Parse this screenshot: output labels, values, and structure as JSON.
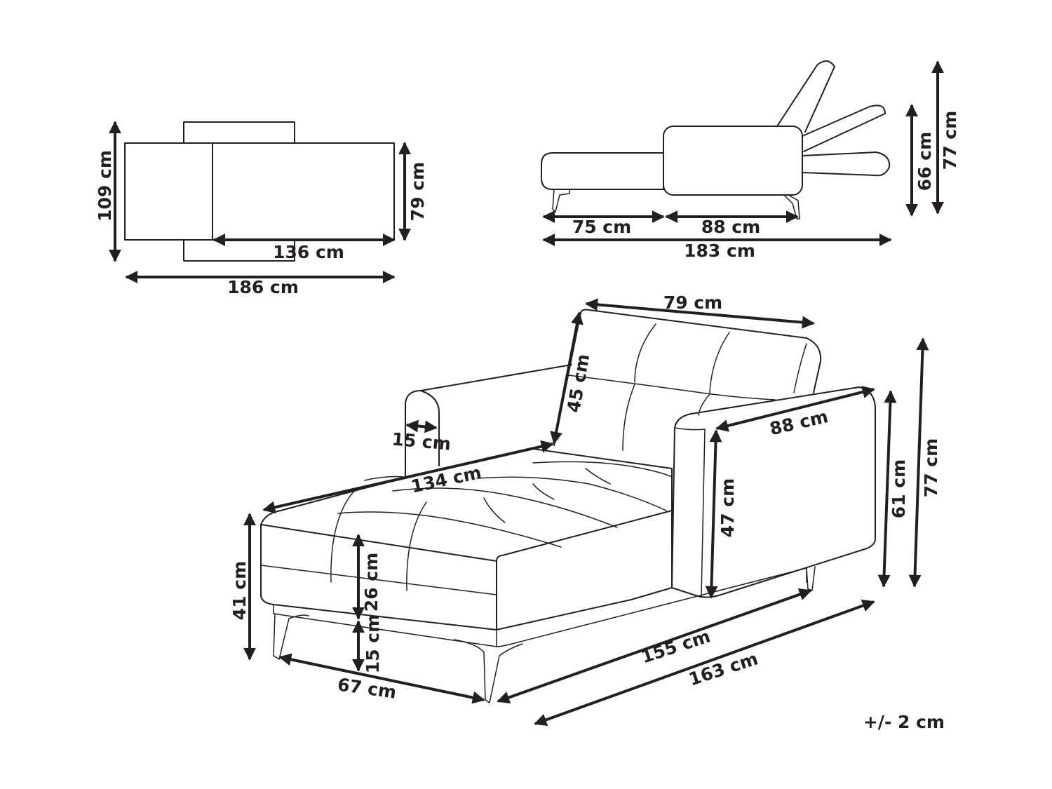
{
  "top_view": {
    "height_label": "109 cm",
    "seat_depth_label": "79 cm",
    "seat_length_label": "136 cm",
    "total_length_label": "186 cm"
  },
  "side_view": {
    "left_label": "75 cm",
    "right_label": "88 cm",
    "total_label": "183 cm",
    "mid_height_label": "66 cm",
    "full_height_label": "77 cm"
  },
  "perspective_view": {
    "back_width_label": "79 cm",
    "back_height_label": "45 cm",
    "arm_width_label": "15 cm",
    "seat_length_label": "134 cm",
    "arm_length_label": "88 cm",
    "arm_height_label": "47 cm",
    "arm_total_height_label": "61 cm",
    "total_height_label": "77 cm",
    "seat_height_label": "41 cm",
    "cushion_height_label": "26 cm",
    "leg_height_label": "15 cm",
    "width_label": "67 cm",
    "inner_length_label": "155 cm",
    "total_length_label": "163 cm"
  },
  "tolerance_label": "+/- 2 cm"
}
